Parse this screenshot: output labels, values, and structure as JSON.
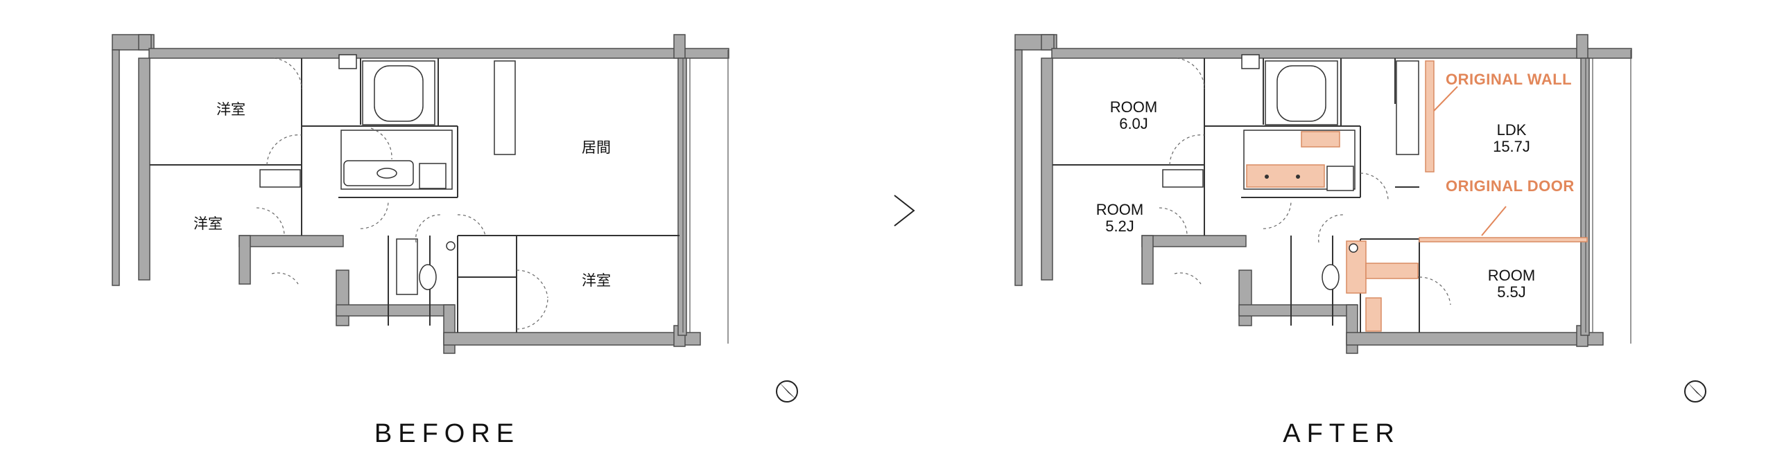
{
  "before": {
    "caption": "BEFORE",
    "rooms": {
      "western_top_left": "洋室",
      "western_bottom_left": "洋室",
      "living": "居間",
      "western_right": "洋室"
    }
  },
  "after": {
    "caption": "AFTER",
    "rooms": {
      "room_a_name": "ROOM",
      "room_a_size": "6.0J",
      "room_b_name": "ROOM",
      "room_b_size": "5.2J",
      "ldk_name": "LDK",
      "ldk_size": "15.7J",
      "room_c_name": "ROOM",
      "room_c_size": "5.5J"
    },
    "annotations": {
      "original_wall": "ORIGINAL WALL",
      "original_door": "ORIGINAL DOOR"
    }
  },
  "colors": {
    "wall": "#a9a9a9",
    "annotation": "#e2875a",
    "highlight": "#f4c7ad"
  },
  "icons": {
    "transition": "chevron-right-icon",
    "north": "north-arrow-icon"
  }
}
